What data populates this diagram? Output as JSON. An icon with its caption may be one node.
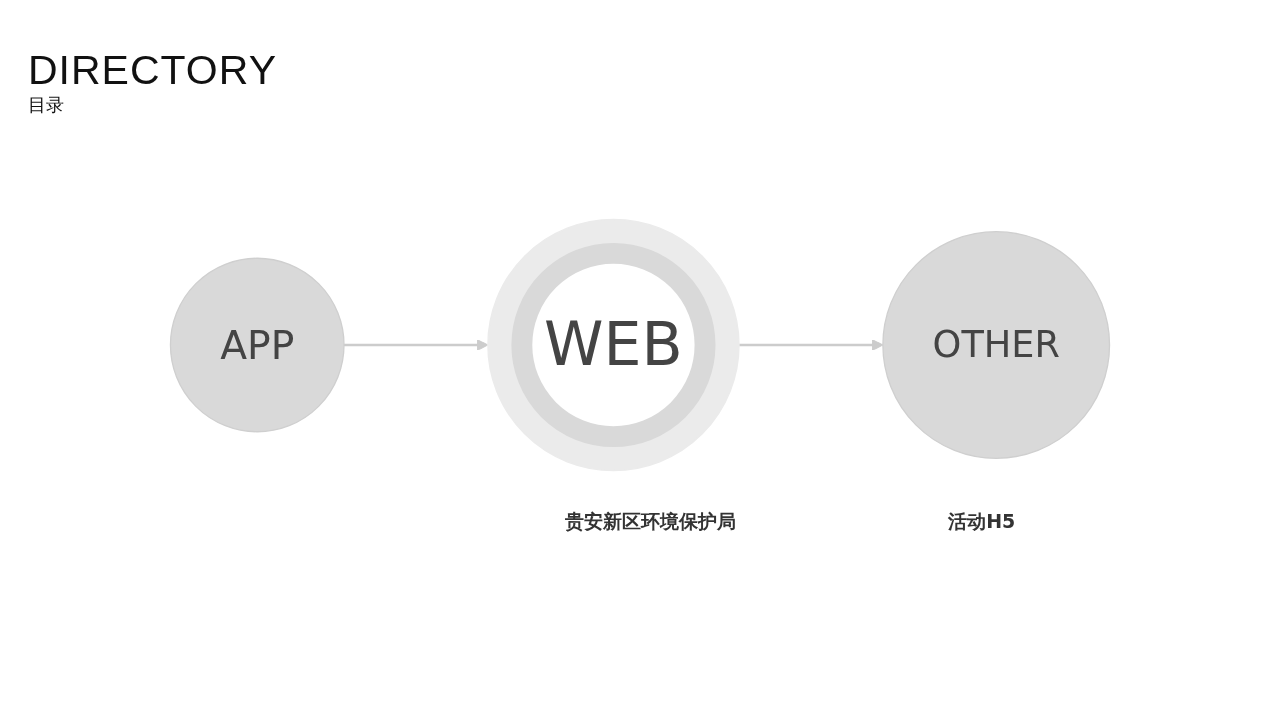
{
  "diagram": {
    "title": "DIRECTORY",
    "nodes": [
      {
        "text": [
          "APP"
        ]
      },
      {
        "text": [
          "WEB"
        ],
        "beside": [
          "贵安新区环境保护局"
        ]
      },
      {
        "text": [
          "OTHER"
        ],
        "beside": [
          "活动H5"
        ]
      }
    ],
    "edges": [
      {
        "from": 0,
        "to": 1,
        "arrow": "to"
      },
      {
        "from": 1,
        "to": 2,
        "arrow": "to"
      }
    ],
    "labels": [
      "目录"
    ]
  }
}
